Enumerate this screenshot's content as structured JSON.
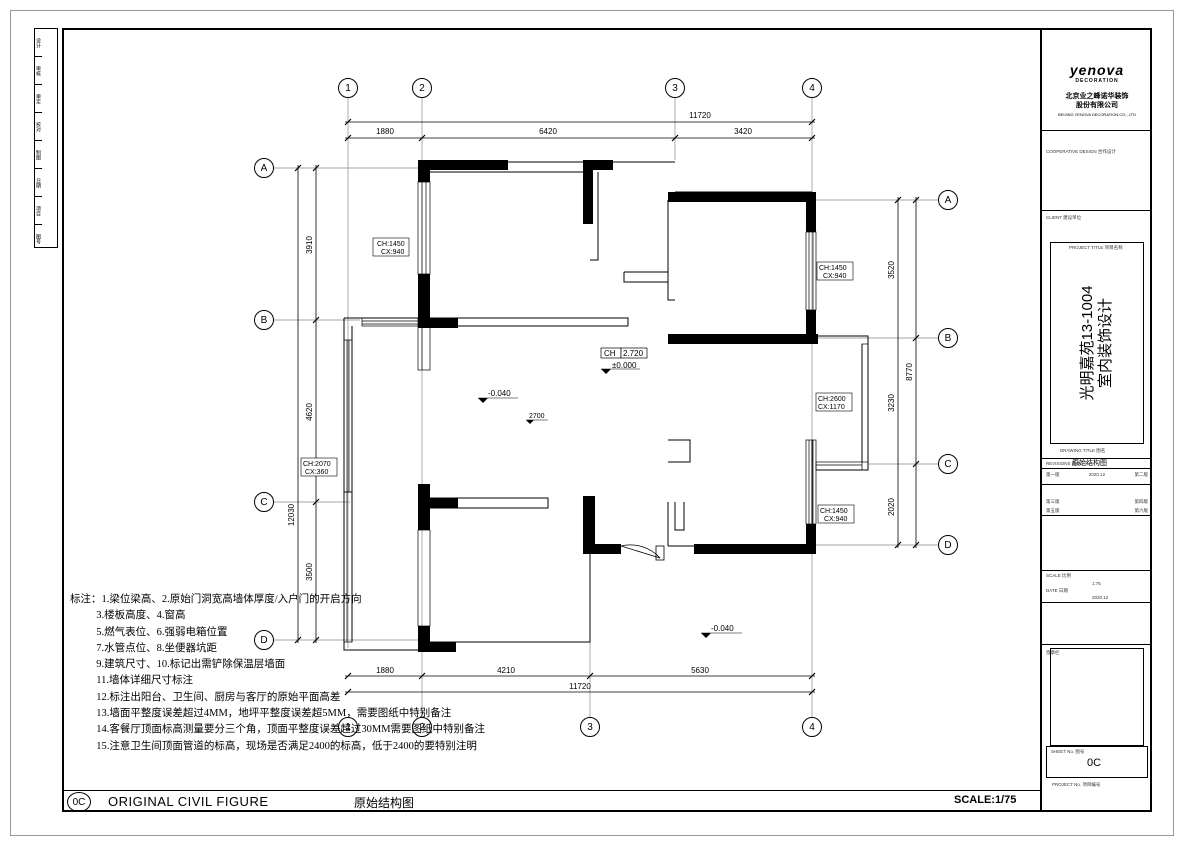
{
  "grid_cols": [
    "1",
    "2",
    "3",
    "4"
  ],
  "grid_rows": [
    "A",
    "B",
    "C",
    "D"
  ],
  "dims_top": {
    "total": "11720",
    "segs": [
      "1880",
      "6420",
      "3420"
    ]
  },
  "dims_bottom": {
    "total": "11720",
    "segs": [
      "1880",
      "4210",
      "5630"
    ]
  },
  "dims_left": {
    "total": "12030",
    "segs": [
      "3910",
      "4620",
      "3500"
    ]
  },
  "dims_right": {
    "total": "8770",
    "segs": [
      "3520",
      "3230",
      "2020"
    ]
  },
  "window_tags": [
    {
      "ch": "CH:1450",
      "cx": "CX:940"
    },
    {
      "ch": "CH:1450",
      "cx": "CX:940"
    },
    {
      "ch": "CH:2600",
      "cx": "CX:1170"
    },
    {
      "ch": "CH:2070",
      "cx": "CX:360"
    },
    {
      "ch": "CH:1450",
      "cx": "CX:940"
    }
  ],
  "ch_box": {
    "label": "CH",
    "value": "2.720"
  },
  "levels": {
    "zero": "±0.000",
    "l1": "-0.040",
    "l2": "-0.040",
    "beam": "2700"
  },
  "notes": "标注：1.梁位梁高、2.原始门洞宽高墙体厚度/入户门的开启方向\n          3.楼板高度、4.窗高\n          5.燃气表位、6.强弱电箱位置\n          7.水管点位、8.坐便器坑距\n          9.建筑尺寸、10.标记出需铲除保温层墙面\n          11.墙体详细尺寸标注\n          12.标注出阳台、卫生间、厨房与客厅的原始平面高差\n          13.墙面平整度误差超过4MM，地坪平整度误差超5MM，需要图纸中特别备注\n          14.客餐厅顶面标高测量要分三个角，顶面平整度误差超过30MM需要图纸中特别备注\n          15.注意卫生间顶面管道的标高，现场是否满足2400的标高，低于2400的要特别注明",
  "footer": {
    "num": "0C",
    "title_en": "ORIGINAL CIVIL FIGURE",
    "title_cn": "原始结构图",
    "scale": "SCALE:1/75"
  },
  "title_block": {
    "logo": "yenova",
    "logo_sub": "DECORATION",
    "company_cn": "北京业之峰诺华装饰",
    "company_cn2": "股份有限公司",
    "company_en": "BEIJING YENOVA DECORATION CO., LTD",
    "coop": "COOPERATIVE DESIGN  合作设计",
    "client": "CLIENT  建设单位",
    "project_label": "PROJECT TITLE  项目名称",
    "project_1": "光明嘉苑13-1004",
    "project_2": "室内装饰设计",
    "drawing_label": "DRAWING TITLE  图名",
    "drawing": "原始结构图",
    "revisions": "REVISIONS  图本",
    "rev_1": "第一版",
    "rev_date": "2020.12",
    "rev_2": "第二版",
    "rev_3": "第三版",
    "rev_4": "第四版",
    "rev_5": "第五版",
    "rev_6": "第六版",
    "scale_label": "SCALE 比例",
    "scale_val": "1:75",
    "date_label": "DATE 日期",
    "date_val": "2020.12",
    "sheet_label": "SHEET No. 图号",
    "sheet_val": "0C",
    "project_no": "PROJECT No. 项目编号",
    "stamp": "签章栏"
  },
  "side_strip": [
    "设计",
    "审核",
    "审定",
    "校对",
    "制图",
    "日期",
    "项目",
    "图号"
  ]
}
